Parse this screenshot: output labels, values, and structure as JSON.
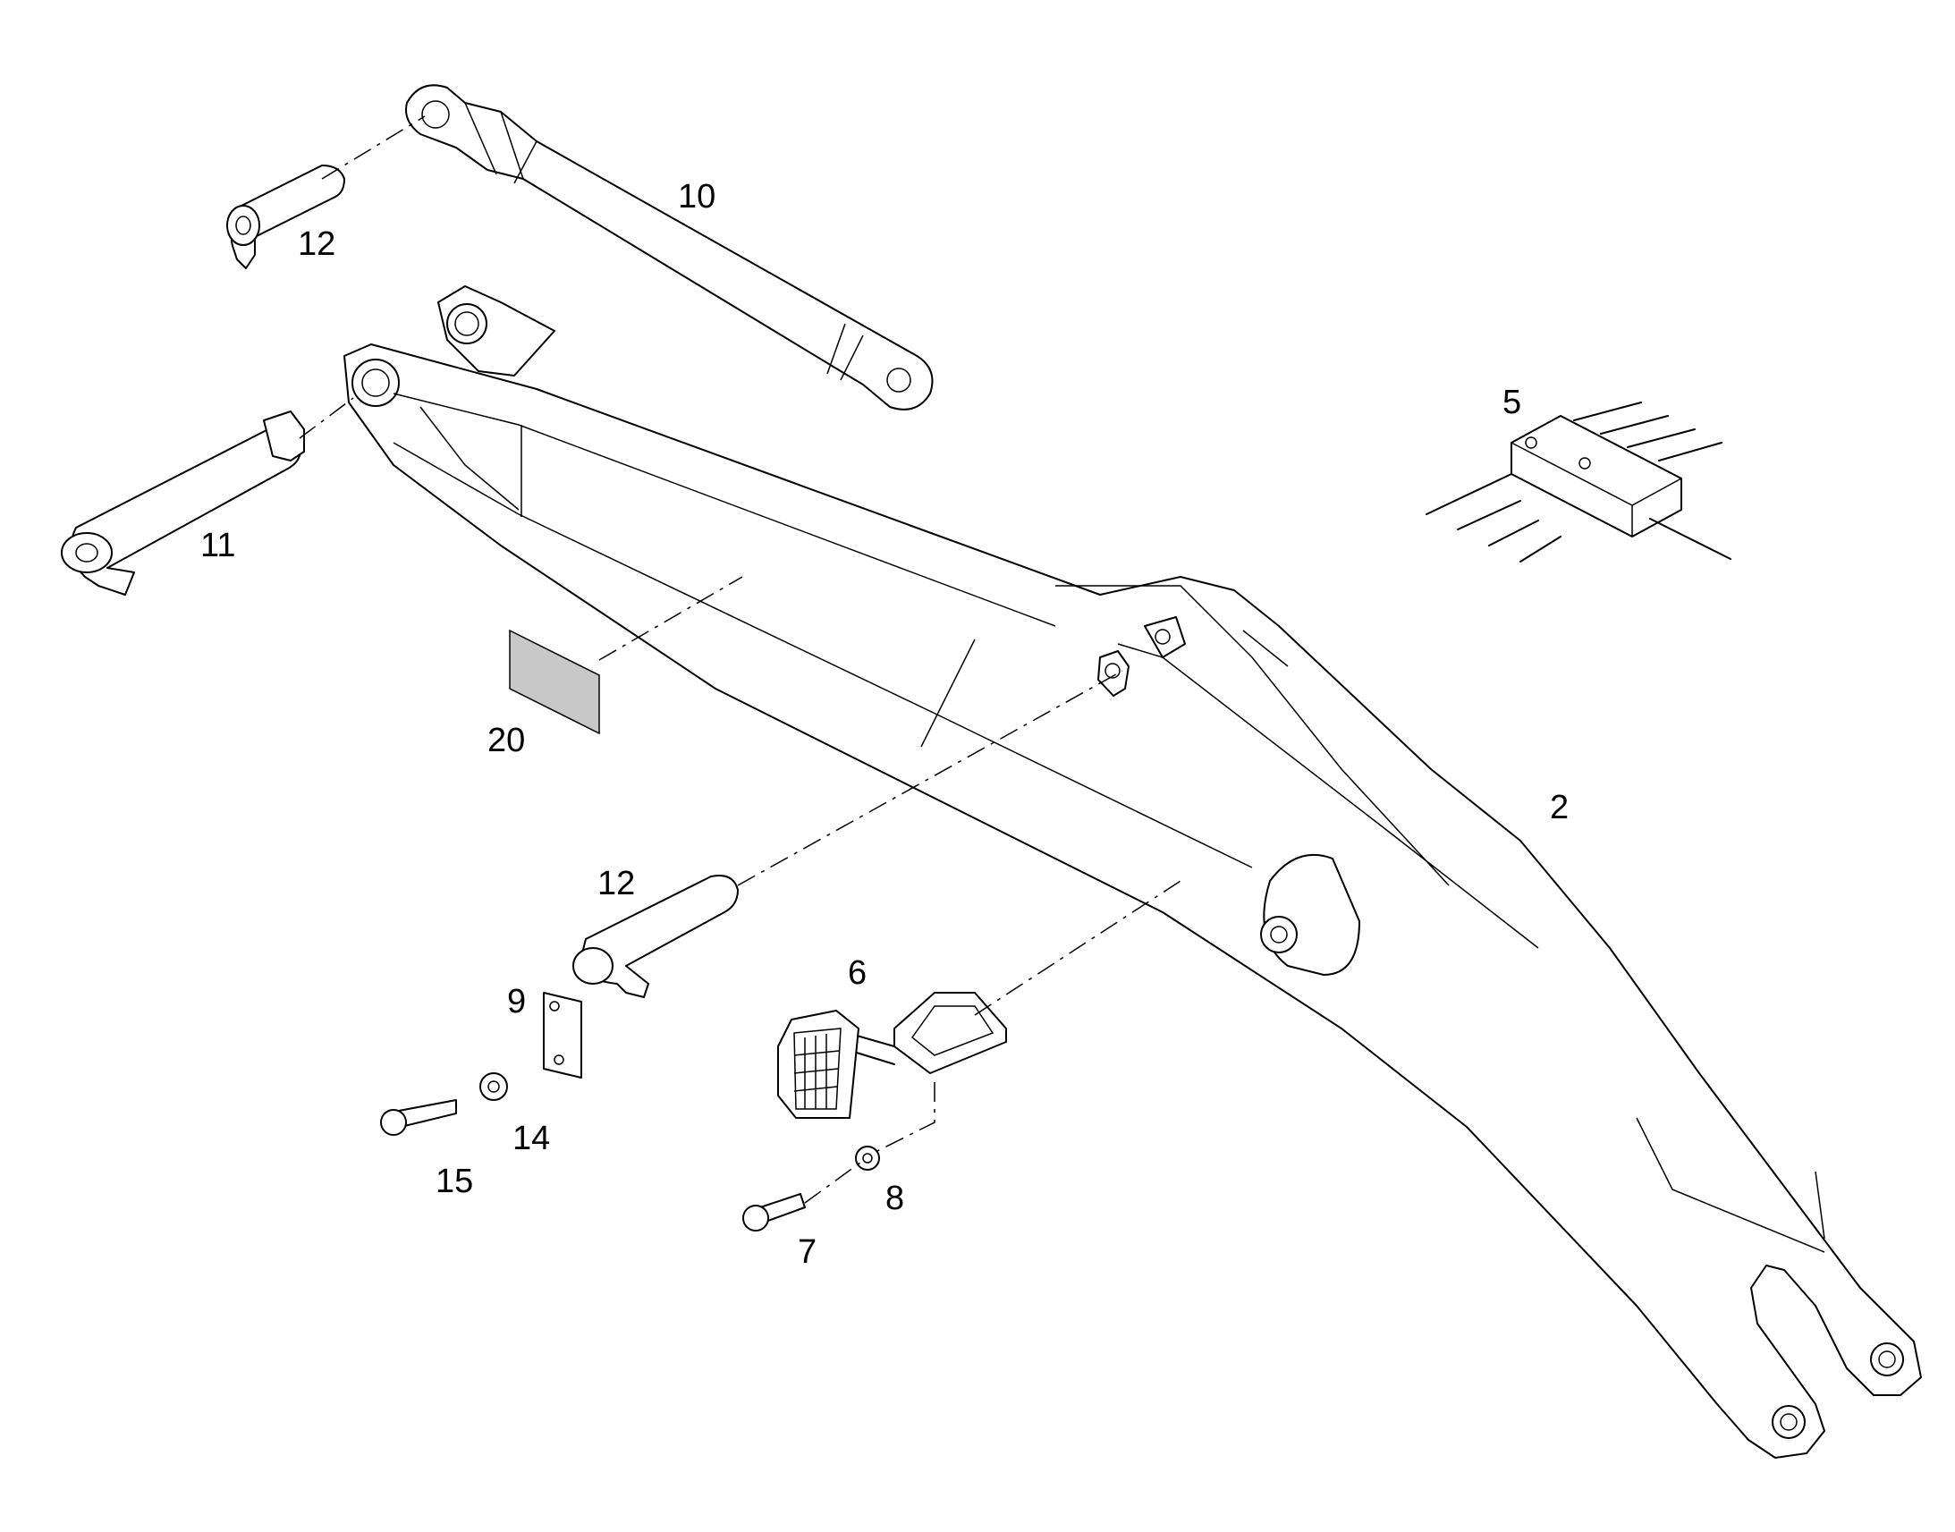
{
  "callouts": {
    "c10": "10",
    "c12a": "12",
    "c11": "11",
    "c5": "5",
    "c20": "20",
    "c2": "2",
    "c12b": "12",
    "c6": "6",
    "c9": "9",
    "c14": "14",
    "c15": "15",
    "c8": "8",
    "c7": "7"
  },
  "colors": {
    "line": "#000000",
    "label_fill": "#c8c8c8",
    "background": "#ffffff"
  }
}
